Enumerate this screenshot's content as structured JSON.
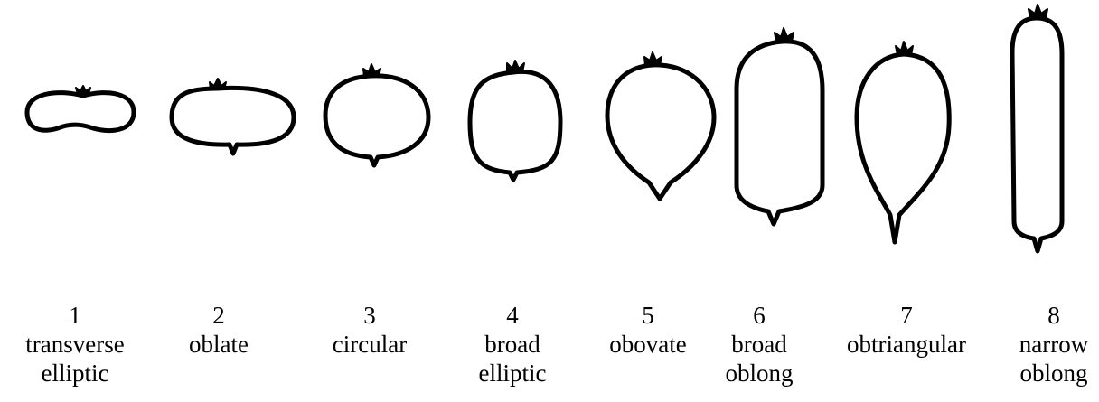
{
  "shapes": [
    {
      "number": "1",
      "name_line1": "transverse",
      "name_line2": "elliptic"
    },
    {
      "number": "2",
      "name_line1": "oblate",
      "name_line2": ""
    },
    {
      "number": "3",
      "name_line1": "circular",
      "name_line2": ""
    },
    {
      "number": "4",
      "name_line1": "broad",
      "name_line2": "elliptic"
    },
    {
      "number": "5",
      "name_line1": "obovate",
      "name_line2": ""
    },
    {
      "number": "6",
      "name_line1": "broad",
      "name_line2": "oblong"
    },
    {
      "number": "7",
      "name_line1": "obtriangular",
      "name_line2": ""
    },
    {
      "number": "8",
      "name_line1": "narrow",
      "name_line2": "oblong"
    }
  ]
}
